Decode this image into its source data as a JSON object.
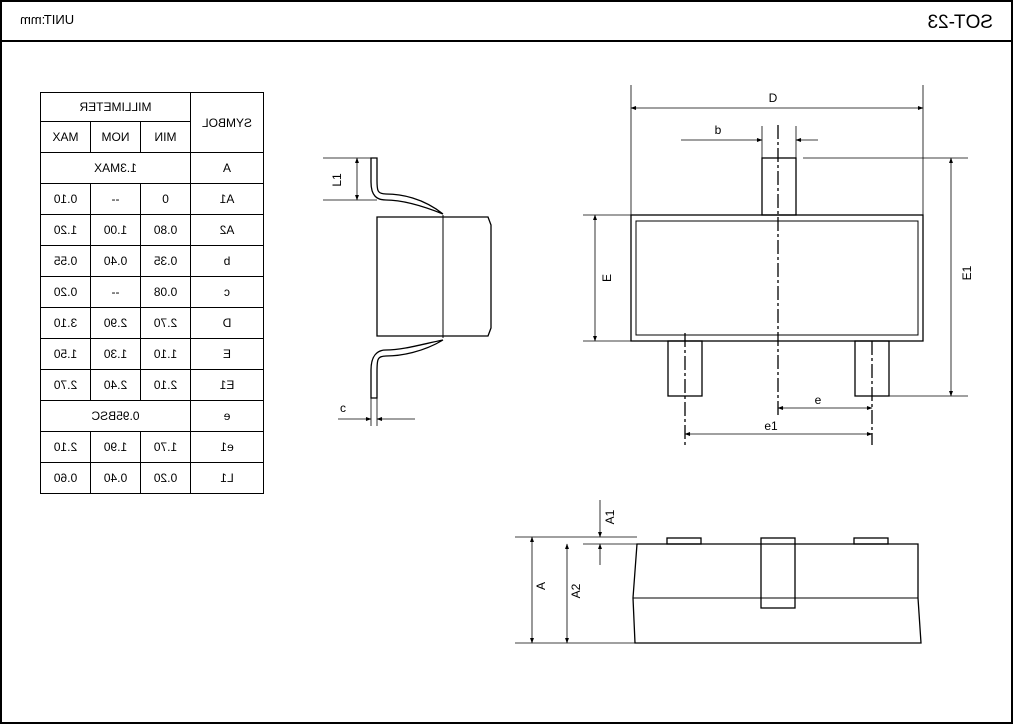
{
  "header": {
    "title": "SOT-23",
    "unit": "UNIT:mm"
  },
  "table": {
    "symbol_header": "SYMBOL",
    "group_header": "MILLIMETER",
    "col_headers": [
      "MIN",
      "NOM",
      "MAX"
    ],
    "rows": [
      {
        "symbol": "A",
        "span": "1.3MAX"
      },
      {
        "symbol": "A1",
        "min": "0",
        "nom": "--",
        "max": "0.10"
      },
      {
        "symbol": "A2",
        "min": "0.80",
        "nom": "1.00",
        "max": "1.20"
      },
      {
        "symbol": "b",
        "min": "0.35",
        "nom": "0.40",
        "max": "0.55"
      },
      {
        "symbol": "c",
        "min": "0.08",
        "nom": "--",
        "max": "0.20"
      },
      {
        "symbol": "D",
        "min": "2.70",
        "nom": "2.90",
        "max": "3.10"
      },
      {
        "symbol": "E",
        "min": "1.10",
        "nom": "1.30",
        "max": "1.50"
      },
      {
        "symbol": "E1",
        "min": "2.10",
        "nom": "2.40",
        "max": "2.70"
      },
      {
        "symbol": "e",
        "span": "0.95BSC"
      },
      {
        "symbol": "e1",
        "min": "1.70",
        "nom": "1.90",
        "max": "2.10"
      },
      {
        "symbol": "L1",
        "min": "0.20",
        "nom": "0.40",
        "max": "0.60"
      }
    ]
  },
  "labels": {
    "D": "D",
    "b": "b",
    "E": "E",
    "E1": "E1",
    "e": "e",
    "e1": "e1",
    "L1": "L1",
    "c": "c",
    "A": "A",
    "A1": "A1",
    "A2": "A2"
  }
}
